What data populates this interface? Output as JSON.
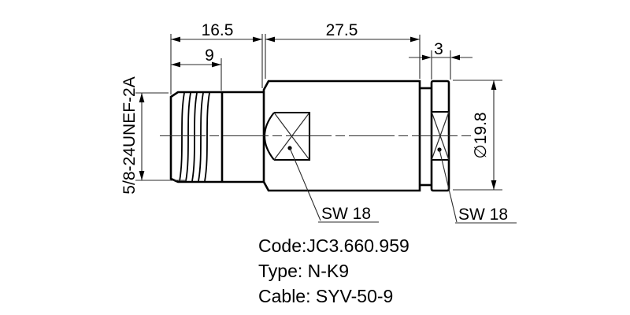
{
  "drawing": {
    "dimensions": {
      "overall_left": "16.5",
      "body_length": "27.5",
      "thread_length": "9",
      "nut_width": "3",
      "diameter": "∅19.8",
      "thread_spec": "5/8-24UNEF-2A"
    },
    "labels": {
      "wrench_size_body": "SW 18",
      "wrench_size_nut": "SW 18"
    },
    "notes": {
      "code": "Code:JC3.660.959",
      "type": "Type: N-K9",
      "cable": "Cable: SYV-50-9"
    },
    "colors": {
      "line": "#000000",
      "background": "#ffffff"
    }
  }
}
